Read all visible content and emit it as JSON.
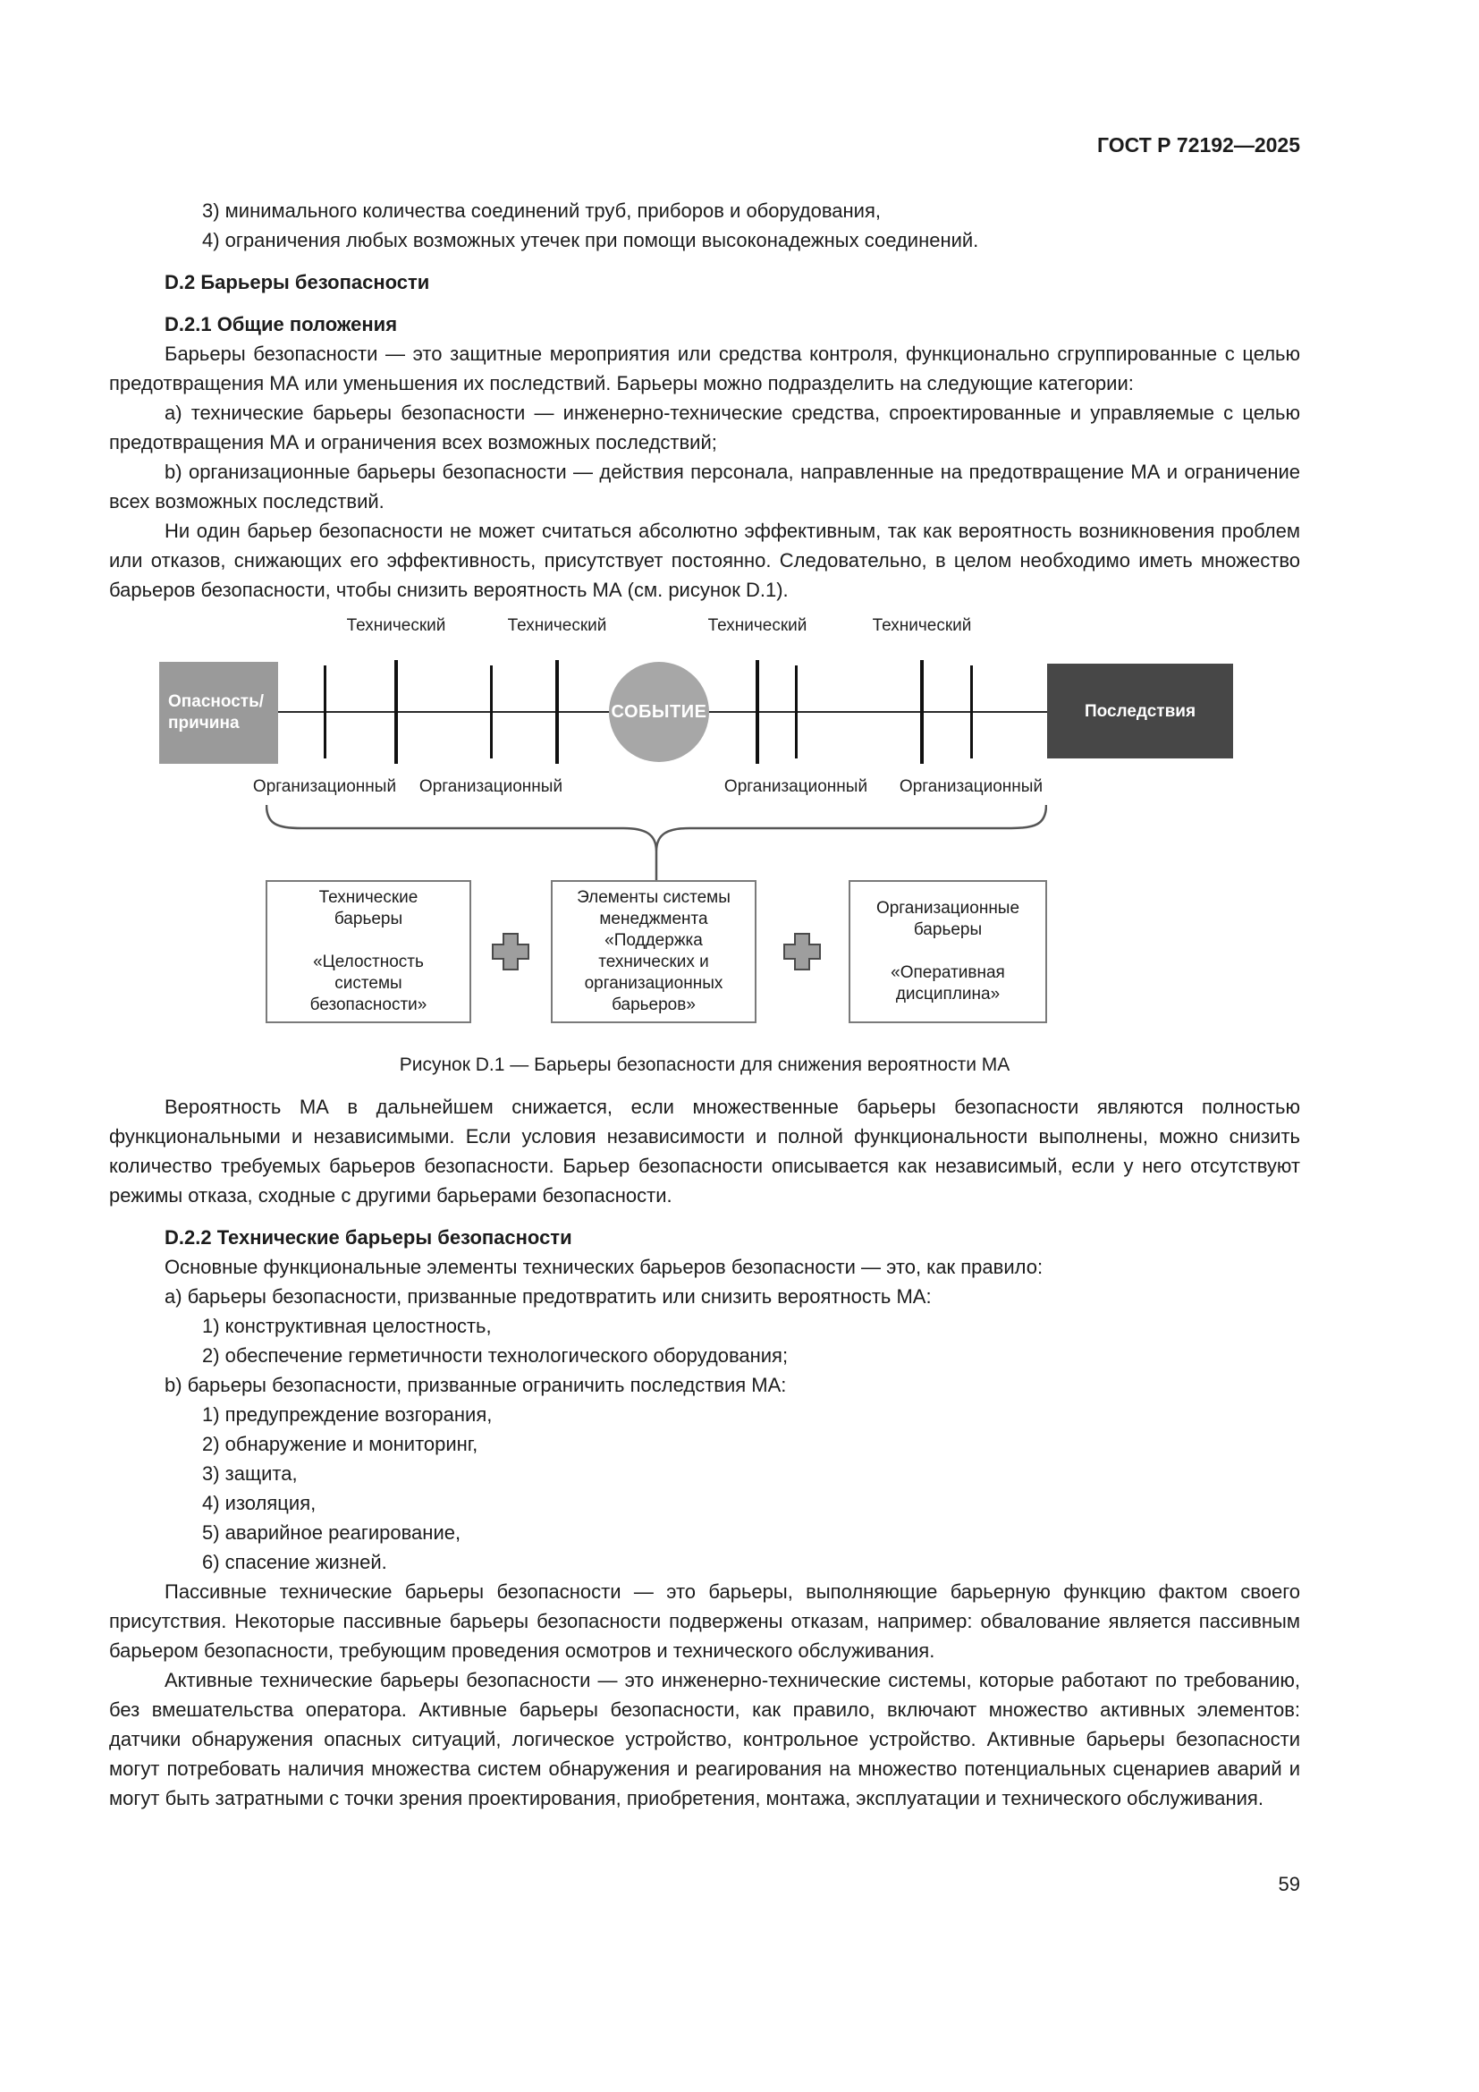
{
  "header": {
    "doc_code": "ГОСТ Р 72192—2025"
  },
  "continued_list": [
    "3) минимального количества соединений труб, приборов и оборудования,",
    "4) ограничения любых возможных утечек при помощи высоконадежных соединений."
  ],
  "d2": {
    "title": "D.2 Барьеры безопасности"
  },
  "d21": {
    "title": "D.2.1 Общие положения",
    "p1": "Барьеры безопасности — это защитные мероприятия или средства контроля, функционально сгруппированные с целью предотвращения МА или уменьшения их последствий. Барьеры можно подразделить на следующие категории:",
    "items": [
      "a) технические барьеры безопасности — инженерно-технические средства, спроектированные и управляемые с целью предотвращения МА и ограничения всех возможных последствий;",
      "b) организационные барьеры безопасности — действия персонала, направленные на предотвращение МА и ограничение всех возможных последствий."
    ],
    "p2": "Ни один барьер безопасности не может считаться абсолютно эффективным, так как вероятность возникновения проблем или отказов, снижающих его эффективность, присутствует постоянно. Следовательно, в целом необходимо иметь множество барьеров безопасности, чтобы снизить вероятность МА (см. рисунок D.1).",
    "p3": "Вероятность МА в дальнейшем снижается, если множественные барьеры безопасности являются полностью функциональными и независимыми. Если условия независимости и полной функциональности выполнены, можно снизить количество требуемых барьеров безопасности. Барьер безопасности описывается как независимый, если у него отсутствуют режимы отказа, сходные с другими барьерами безопасности."
  },
  "figure": {
    "top_labels": [
      "Технический",
      "Технический",
      "Технический",
      "Технический"
    ],
    "bottom_labels": [
      "Организационный",
      "Организационный",
      "Организационный",
      "Организационный"
    ],
    "hazard_box": "Опасность/\nпричина",
    "event_circle": "СОБЫТИЕ",
    "consequences_box": "Последствия",
    "boxes": [
      "Технические\nбарьеры\n\n«Целостность\nсистемы\nбезопасности»",
      "Элементы системы\nменеджмента\n«Поддержка\nтехнических и\nорганизационных\nбарьеров»",
      "Организационные\nбарьеры\n\n«Оперативная\nдисциплина»"
    ],
    "caption": "Рисунок D.1 — Барьеры безопасности для снижения вероятности МА",
    "colors": {
      "hazard_box_bg": "#9a9a9a",
      "event_circle_bg": "#a7a7a7",
      "consequences_box_bg": "#474747",
      "barrier_bar": "#111111",
      "plus_fill": "#9e9e9e"
    }
  },
  "d22": {
    "title": "D.2.2 Технические барьеры безопасности",
    "p1": "Основные функциональные элементы технических барьеров безопасности — это, как правило:",
    "item_a": "a) барьеры безопасности, призванные предотвратить или снизить вероятность МА:",
    "a_subitems": [
      "1) конструктивная целостность,",
      "2) обеспечение герметичности технологического оборудования;"
    ],
    "item_b": "b) барьеры безопасности, призванные ограничить последствия МА:",
    "b_subitems": [
      "1) предупреждение возгорания,",
      "2) обнаружение и мониторинг,",
      "3) защита,",
      "4) изоляция,",
      "5) аварийное реагирование,",
      "6) спасение жизней."
    ],
    "p2": "Пассивные технические барьеры безопасности — это барьеры, выполняющие барьерную функцию фактом своего присутствия. Некоторые пассивные барьеры безопасности подвержены отказам, например: обвалование является пассивным барьером безопасности, требующим проведения осмотров и технического обслуживания.",
    "p3": "Активные технические барьеры безопасности — это инженерно-технические системы, которые работают по требованию, без вмешательства оператора. Активные барьеры безопасности, как правило, включают множество активных элементов: датчики обнаружения опасных ситуаций, логическое устройство, контрольное устройство. Активные барьеры безопасности могут потребовать наличия множества систем обнаружения и реагирования на множество потенциальных сценариев аварий и могут быть затратными с точки зрения проектирования, приобретения, монтажа, эксплуатации и технического обслуживания."
  },
  "footer": {
    "page_number": "59"
  }
}
